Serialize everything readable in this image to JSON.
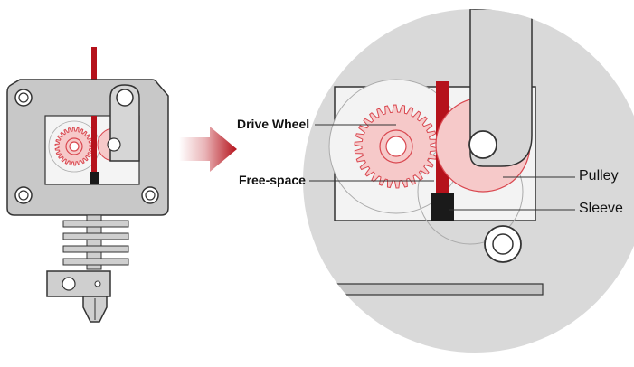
{
  "labels": {
    "drive_wheel": "Drive Wheel",
    "free_space": "Free-space",
    "pulley": "Pulley",
    "sleeve": "Sleeve"
  },
  "colors": {
    "filament": "#b5121b",
    "gear": "#f6c9c9",
    "gear_outline": "#d9474f",
    "pulley": "#f6c9c9",
    "body": "#c8c8c8",
    "outline": "#333333",
    "magnifier_bg": "#d9d9d9",
    "sleeve": "#1a1a1a",
    "arrow": "#b5121b"
  }
}
